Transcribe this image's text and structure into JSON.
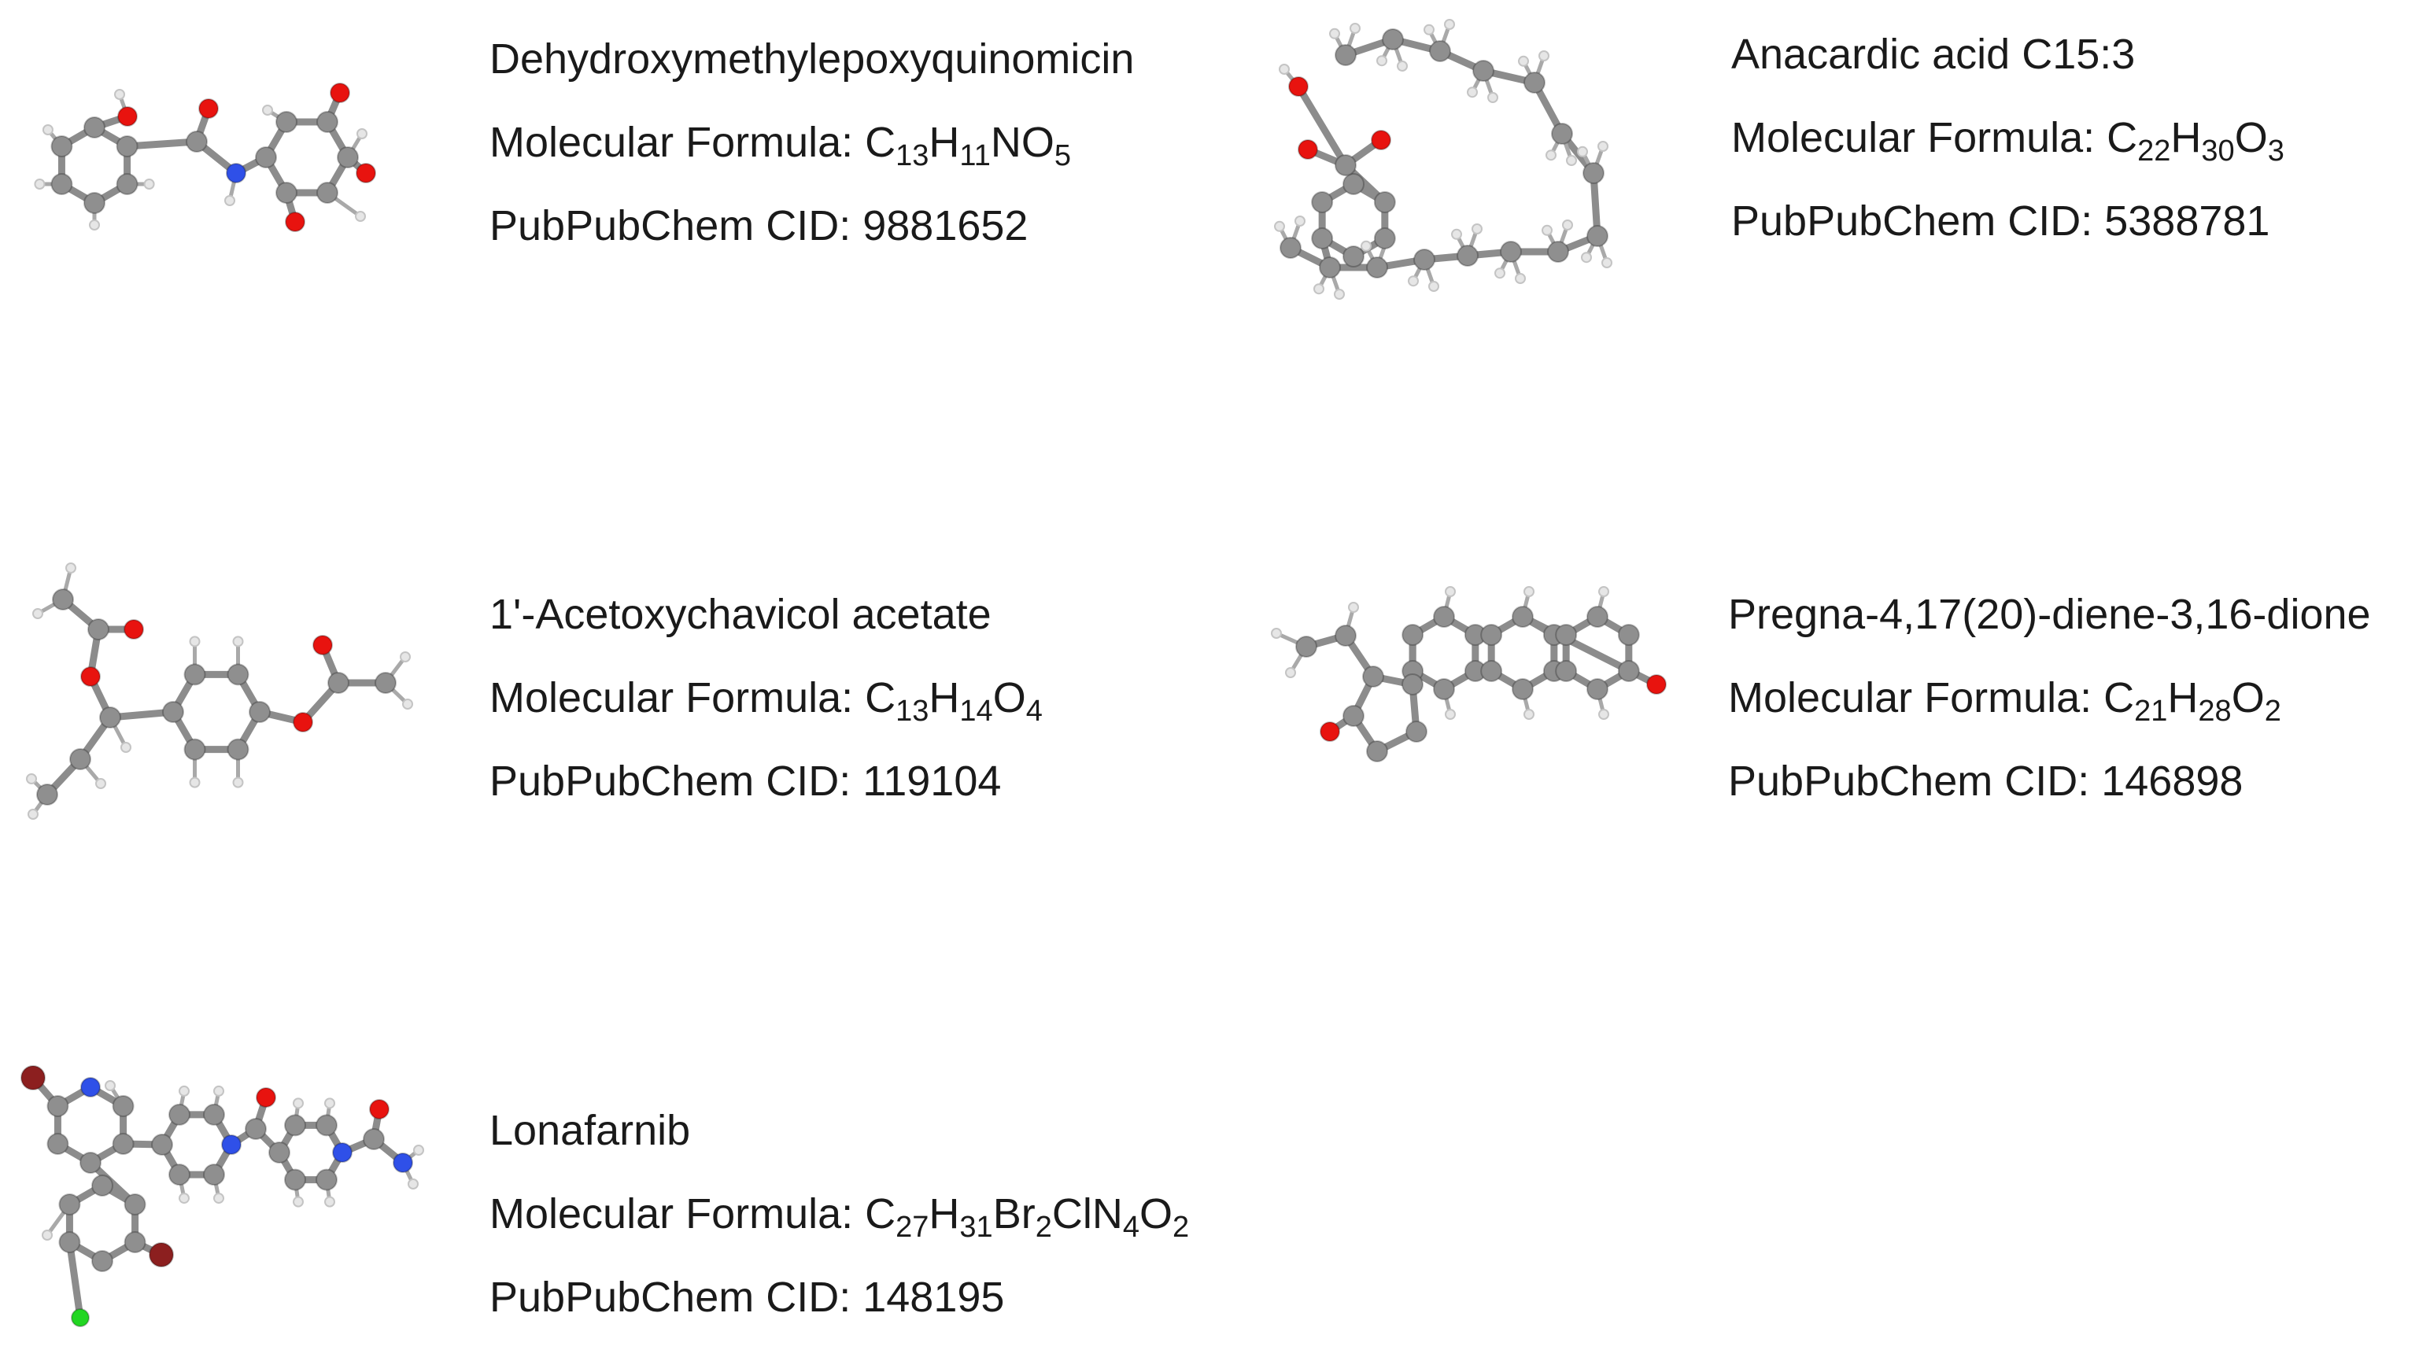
{
  "labels": {
    "formula_prefix": "Molecular Formula: ",
    "cid_prefix": "PubPubChem CID: "
  },
  "colors": {
    "carbon": "#8f8f8f",
    "hydrogen": "#e6e6e6",
    "oxygen": "#e8130f",
    "nitrogen": "#2f50e8",
    "bromine": "#8c1f1f",
    "chlorine": "#22d622"
  },
  "compounds": [
    {
      "name": "Dehydroxymethylepoxyquinomicin",
      "formula": [
        [
          "C",
          "13"
        ],
        [
          "H",
          "11"
        ],
        [
          "NO",
          "5"
        ]
      ],
      "cid": "9881652"
    },
    {
      "name": "Anacardic acid C15:3",
      "formula": [
        [
          "C",
          "22"
        ],
        [
          "H",
          "30"
        ],
        [
          "O",
          "3"
        ]
      ],
      "cid": "5388781"
    },
    {
      "name": "1'-Acetoxychavicol acetate",
      "formula": [
        [
          "C",
          "13"
        ],
        [
          "H",
          "14"
        ],
        [
          "O",
          "4"
        ]
      ],
      "cid": "119104"
    },
    {
      "name": "Pregna-4,17(20)-diene-3,16-dione",
      "formula": [
        [
          "C",
          "21"
        ],
        [
          "H",
          "28"
        ],
        [
          "O",
          "2"
        ]
      ],
      "cid": "146898"
    },
    {
      "name": "Lonafarnib",
      "formula": [
        [
          "C",
          "27"
        ],
        [
          "H",
          "31"
        ],
        [
          "Br",
          "2"
        ],
        [
          "ClN",
          "4"
        ],
        [
          "O",
          "2"
        ]
      ],
      "cid": "148195"
    }
  ]
}
